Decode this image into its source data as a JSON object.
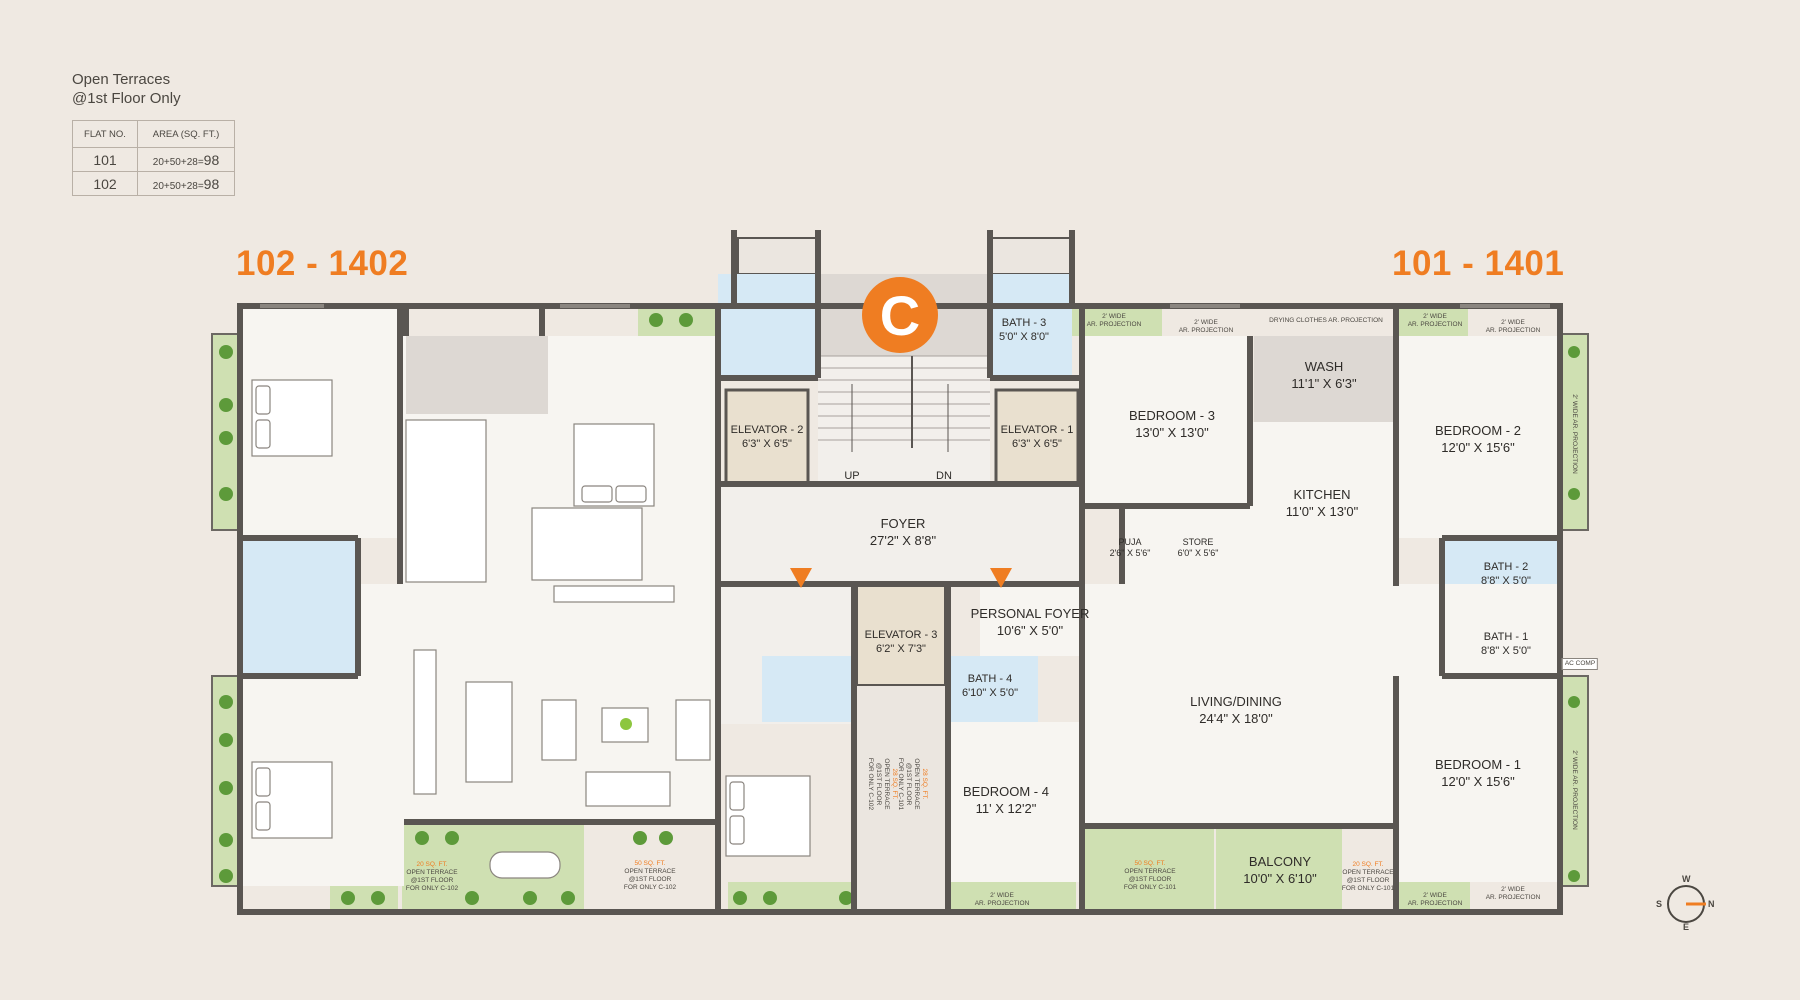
{
  "sheet": {
    "title_line1": "Open Terraces",
    "title_line2": "@1st Floor Only",
    "table_headers": [
      "FLAT NO.",
      "AREA (SQ. FT.)"
    ],
    "rows": [
      {
        "flat": "101",
        "calc": "20+50+28=",
        "area": "98"
      },
      {
        "flat": "102",
        "calc": "20+50+28=",
        "area": "98"
      }
    ]
  },
  "flats": {
    "left": "102 - 1402",
    "right": "101 - 1401"
  },
  "brand": {
    "logo_letter": "C",
    "accent": "#ef7d22"
  },
  "core": {
    "elevator2": {
      "name": "ELEVATOR - 2",
      "size": "6'3\" X 6'5\""
    },
    "elevator1": {
      "name": "ELEVATOR - 1",
      "size": "6'3\" X 6'5\""
    },
    "elevator3": {
      "name": "ELEVATOR - 3",
      "size": "6'2\" X 7'3\""
    },
    "foyer": {
      "name": "FOYER",
      "size": "27'2\" X 8'8\""
    },
    "up": "UP",
    "dn": "DN",
    "bath3": {
      "name": "BATH - 3",
      "size": "5'0\" X 8'0\""
    }
  },
  "right_flat": {
    "bedroom3": {
      "name": "BEDROOM - 3",
      "size": "13'0\" X 13'0\""
    },
    "wash": {
      "name": "WASH",
      "size": "11'1\" X 6'3\""
    },
    "bedroom2": {
      "name": "BEDROOM - 2",
      "size": "12'0\" X 15'6\""
    },
    "kitchen": {
      "name": "KITCHEN",
      "size": "11'0\" X 13'0\""
    },
    "puja": {
      "name": "PUJA",
      "size": "2'6\" X 5'6\""
    },
    "store": {
      "name": "STORE",
      "size": "6'0\" X 5'6\""
    },
    "bath2": {
      "name": "BATH - 2",
      "size": "8'8\" X 5'0\""
    },
    "bath1": {
      "name": "BATH - 1",
      "size": "8'8\" X 5'0\""
    },
    "personal_foyer": {
      "name": "PERSONAL FOYER",
      "size": "10'6\" X 5'0\""
    },
    "bath4": {
      "name": "BATH - 4",
      "size": "6'10\" X 5'0\""
    },
    "living": {
      "name": "LIVING/DINING",
      "size": "24'4\" X 18'0\""
    },
    "bedroom1": {
      "name": "BEDROOM - 1",
      "size": "12'0\" X 15'6\""
    },
    "bedroom4": {
      "name": "BEDROOM - 4",
      "size": "11' X 12'2\""
    },
    "balcony": {
      "name": "BALCONY",
      "size": "10'0\" X 6'10\""
    },
    "ac_comp": "AC COMP"
  },
  "projections": {
    "p2wide": "2' WIDE",
    "ar_projection": "AR. PROJECTION",
    "drying": "DRYING CLOTHES AR. PROJECTION",
    "vertical": "2' WIDE AR. PROJECTION"
  },
  "terraces": {
    "sqft_50": "50 SQ. FT.",
    "sqft_20": "20 SQ. FT.",
    "sqft_28": "28 SQ. FT.",
    "line1": "OPEN TERRACE",
    "line2": "@1ST FLOOR",
    "for_102": "FOR ONLY C-102",
    "for_101": "FOR ONLY C-101"
  },
  "compass": {
    "w": "W",
    "n": "N",
    "s": "S",
    "e": "E"
  },
  "colors": {
    "background": "#efe9e2",
    "wall": "#5a5652",
    "floor": "#f7f5f1",
    "bath_tile": "#d6e9f5",
    "greenery": "#cfe0b2",
    "core_grey": "#ddd8d3",
    "elevator": "#e9e0cf"
  }
}
